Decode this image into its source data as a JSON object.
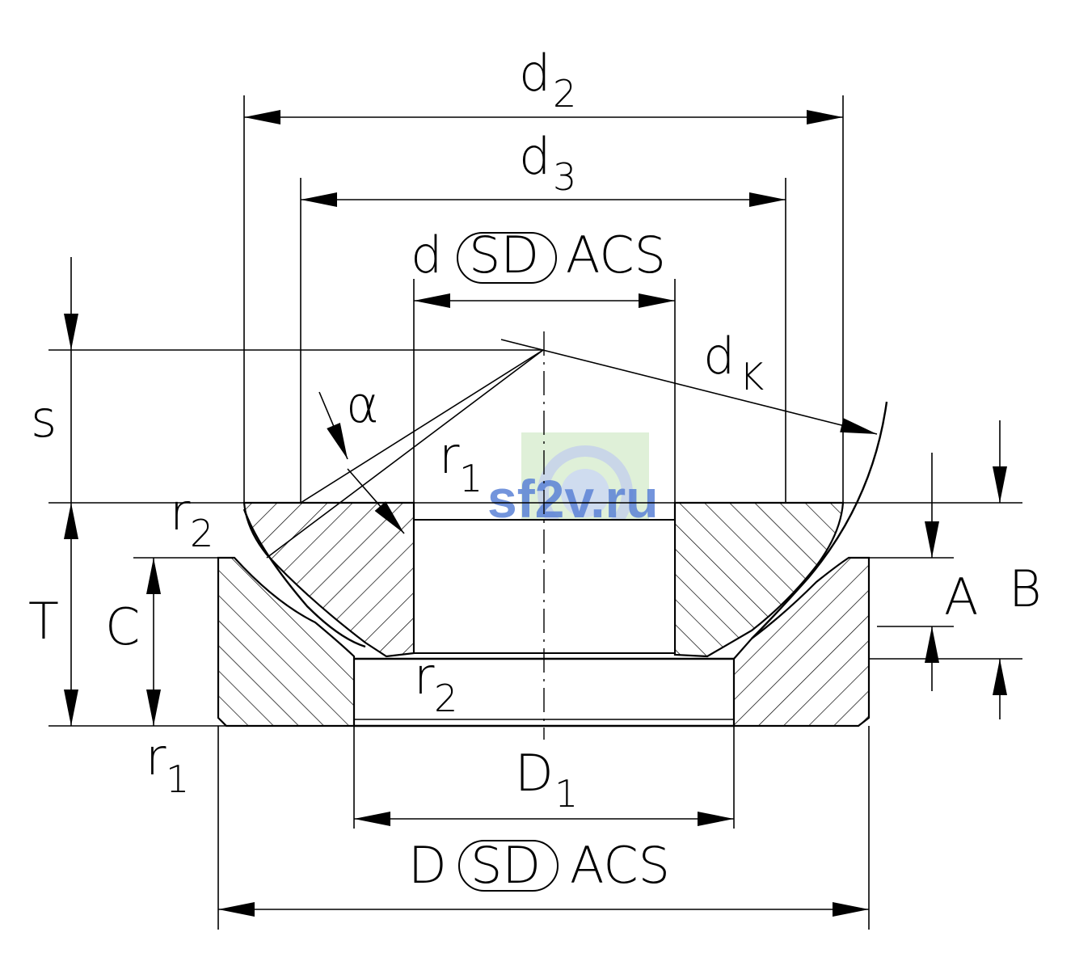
{
  "labels": {
    "d2_main": "d",
    "d2_sub": "2",
    "d3_main": "d",
    "d3_sub": "3",
    "d_main": "d",
    "d_sd": "SD",
    "d_acs": "ACS",
    "dk_main": "d",
    "dk_sub": "K",
    "s": "s",
    "alpha": "α",
    "r1_top_main": "r",
    "r1_top_sub": "1",
    "r2_left_main": "r",
    "r2_left_sub": "2",
    "r2_mid_main": "r",
    "r2_mid_sub": "2",
    "r1_bot_main": "r",
    "r1_bot_sub": "1",
    "T": "T",
    "C": "C",
    "A": "A",
    "B": "B",
    "D1_main": "D",
    "D1_sub": "1",
    "D_main": "D",
    "D_sd": "SD",
    "D_acs": "ACS"
  },
  "watermark": {
    "text": "sf2v.ru",
    "color": "#5b82d6",
    "bg": "#dff0d8"
  },
  "colors": {
    "line": "#000000",
    "background": "#ffffff"
  }
}
